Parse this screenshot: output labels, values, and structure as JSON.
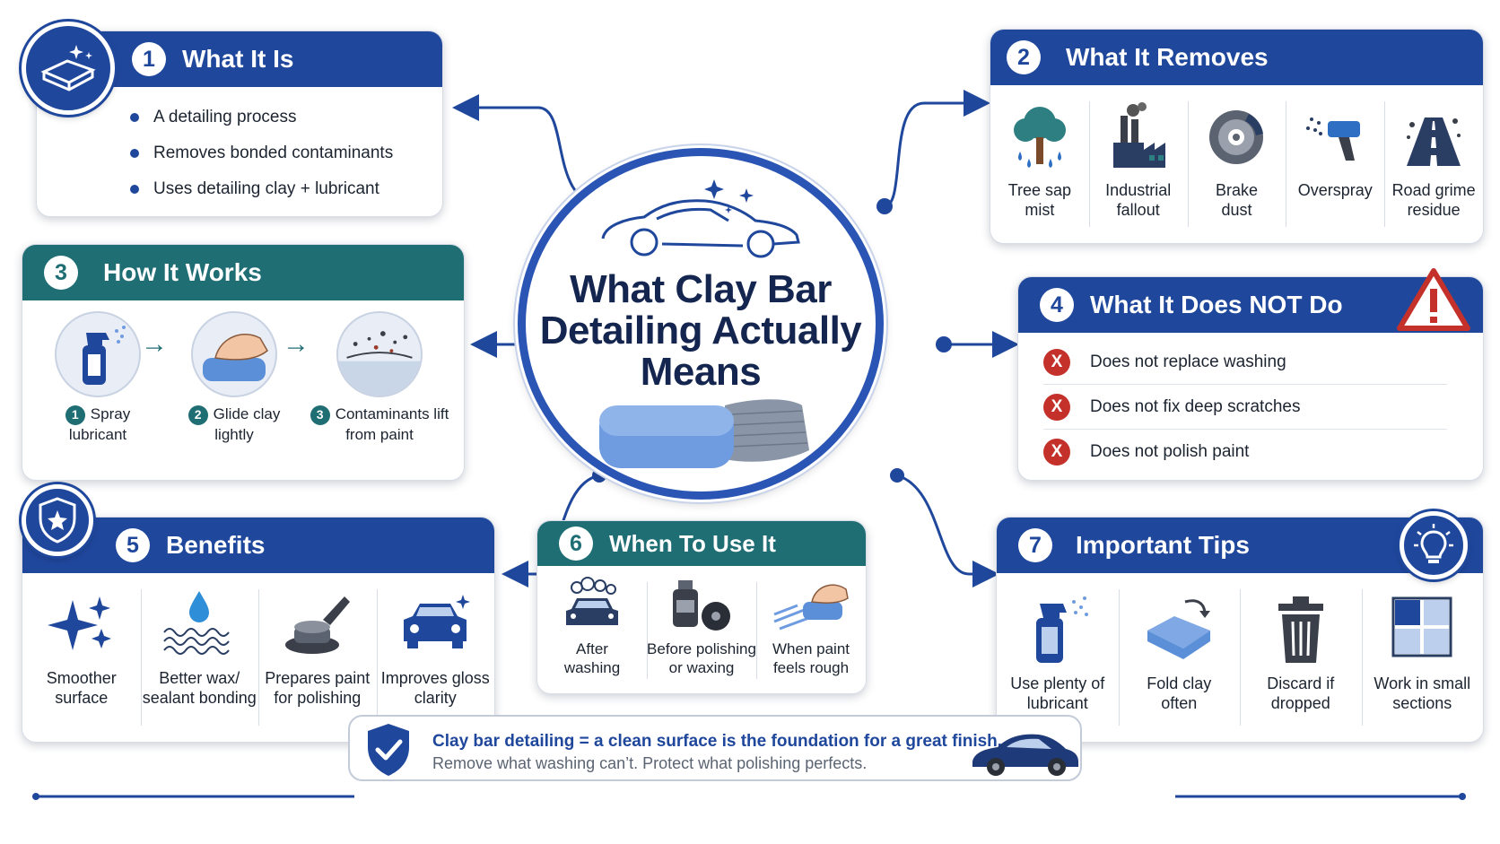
{
  "center": {
    "title_lines": [
      "What Clay Bar",
      "Detailing Actually",
      "Means"
    ]
  },
  "sections": {
    "what_it_is": {
      "number": "1",
      "title": "What It Is",
      "bullets": [
        "A detailing process",
        "Removes bonded contaminants",
        "Uses detailing clay + lubricant"
      ]
    },
    "what_it_removes": {
      "number": "2",
      "title": "What It Removes",
      "items": [
        {
          "line1": "Tree sap",
          "line2": "mist",
          "icon": "tree-sap-icon"
        },
        {
          "line1": "Industrial",
          "line2": "fallout",
          "icon": "factory-icon"
        },
        {
          "line1": "Brake",
          "line2": "dust",
          "icon": "brake-disc-icon"
        },
        {
          "line1": "Overspray",
          "line2": "",
          "icon": "spray-gun-icon"
        },
        {
          "line1": "Road grime",
          "line2": "residue",
          "icon": "road-icon"
        }
      ]
    },
    "how_it_works": {
      "number": "3",
      "title": "How It Works",
      "steps": [
        {
          "n": "1",
          "line1": "Spray",
          "line2": "lubricant",
          "icon": "spray-bottle-icon"
        },
        {
          "n": "2",
          "line1": "Glide clay",
          "line2": "lightly",
          "icon": "hand-clay-icon"
        },
        {
          "n": "3",
          "line1": "Contaminants lift",
          "line2": "from paint",
          "icon": "contaminants-icon"
        }
      ]
    },
    "does_not": {
      "number": "4",
      "title": "What It Does NOT Do",
      "items": [
        "Does not replace washing",
        "Does not fix deep scratches",
        "Does not polish paint"
      ],
      "mark": "X"
    },
    "benefits": {
      "number": "5",
      "title": "Benefits",
      "items": [
        {
          "line1": "Smoother",
          "line2": "surface",
          "icon": "sparkle-icon"
        },
        {
          "line1": "Better wax/",
          "line2": "sealant bonding",
          "icon": "water-drop-icon"
        },
        {
          "line1": "Prepares paint",
          "line2": "for polishing",
          "icon": "polisher-icon"
        },
        {
          "line1": "Improves gloss",
          "line2": "clarity",
          "icon": "car-front-icon"
        }
      ]
    },
    "when_to_use": {
      "number": "6",
      "title": "When To Use It",
      "items": [
        {
          "line1": "After",
          "line2": "washing",
          "icon": "car-wash-icon"
        },
        {
          "line1": "Before polishing",
          "line2": "or waxing",
          "icon": "wax-bottle-icon"
        },
        {
          "line1": "When paint",
          "line2": "feels rough",
          "icon": "rough-paint-icon"
        }
      ]
    },
    "tips": {
      "number": "7",
      "title": "Important Tips",
      "items": [
        {
          "line1": "Use plenty of",
          "line2": "lubricant",
          "icon": "spray-bottle-icon"
        },
        {
          "line1": "Fold clay",
          "line2": "often",
          "icon": "fold-clay-icon"
        },
        {
          "line1": "Discard if",
          "line2": "dropped",
          "icon": "trash-icon"
        },
        {
          "line1": "Work in small",
          "line2": "sections",
          "icon": "grid-icon"
        }
      ]
    }
  },
  "footer": {
    "line1": "Clay bar detailing = a clean surface is the foundation for a great finish.",
    "line2": "Remove what washing can’t. Protect what polishing perfects."
  },
  "colors": {
    "primary": "#1f479c",
    "teal": "#1f6e74",
    "alert": "#c4312b",
    "clay": "#6f9ce0"
  }
}
